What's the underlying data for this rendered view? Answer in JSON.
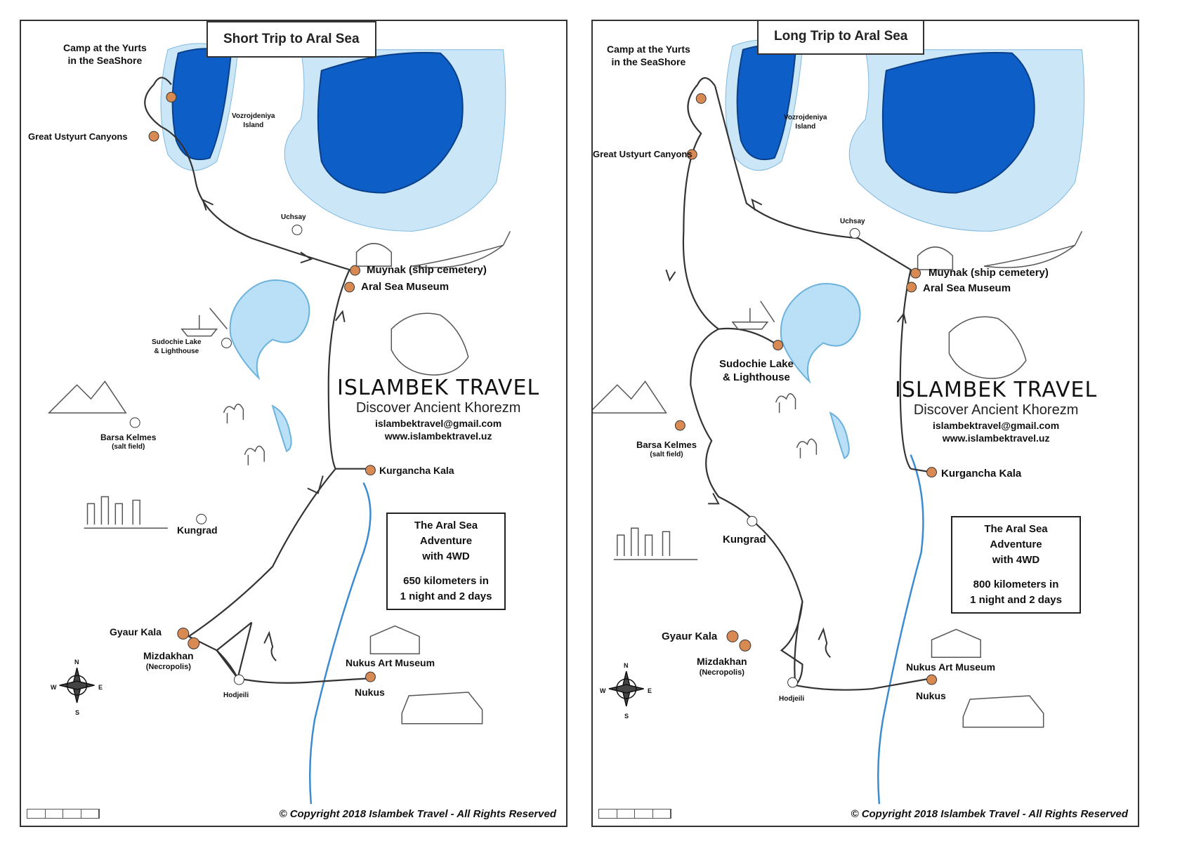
{
  "maps": [
    {
      "title": "Short Trip to Aral Sea",
      "places": {
        "camp_line1": "Camp at the Yurts",
        "camp_line2": "in the SeaShore",
        "island_line1": "Vozrojdeniya",
        "island_line2": "Island",
        "canyons": "Great Ustyurt Canyons",
        "uchsay": "Uchsay",
        "muynak": "Muynak (ship cemetery)",
        "museum": "Aral Sea Museum",
        "sudochie_line1": "Sudochie Lake",
        "sudochie_line2": "& Lighthouse",
        "barsa_line1": "Barsa Kelmes",
        "barsa_line2": "(salt field)",
        "kurgancha": "Kurgancha Kala",
        "kungrad": "Kungrad",
        "gyaur": "Gyaur Kala",
        "mizdakhan_line1": "Mizdakhan",
        "mizdakhan_line2": "(Necropolis)",
        "nukus_museum": "Nukus Art Museum",
        "nukus": "Nukus",
        "hodjeili": "Hodjeili"
      },
      "logo": {
        "brand": "ISLAMBEK TRAVEL",
        "tagline": "Discover Ancient Khorezm",
        "email": "islambektravel@gmail.com",
        "website": "www.islambektravel.uz"
      },
      "info": {
        "line1": "The Aral Sea",
        "line2": "Adventure",
        "line3": "with 4WD",
        "line4": "650 kilometers in",
        "line5": "1 night and 2 days"
      },
      "copyright": "© Copyright 2018 Islambek Travel - All Rights Reserved",
      "compass": {
        "n": "N",
        "s": "S",
        "e": "E",
        "w": "W"
      }
    },
    {
      "title": "Long Trip to Aral Sea",
      "places": {
        "camp_line1": "Camp at the Yurts",
        "camp_line2": "in the SeaShore",
        "island_line1": "Vozrojdeniya",
        "island_line2": "Island",
        "canyons": "Great Ustyurt Canyons",
        "uchsay": "Uchsay",
        "muynak": "Muynak (ship cemetery)",
        "museum": "Aral Sea Museum",
        "sudochie_line1": "Sudochie Lake",
        "sudochie_line2": "& Lighthouse",
        "barsa_line1": "Barsa Kelmes",
        "barsa_line2": "(salt field)",
        "kurgancha": "Kurgancha Kala",
        "kungrad": "Kungrad",
        "gyaur": "Gyaur Kala",
        "mizdakhan_line1": "Mizdakhan",
        "mizdakhan_line2": "(Necropolis)",
        "nukus_museum": "Nukus Art Museum",
        "nukus": "Nukus",
        "hodjeili": "Hodjeili"
      },
      "logo": {
        "brand": "ISLAMBEK TRAVEL",
        "tagline": "Discover Ancient Khorezm",
        "email": "islambektravel@gmail.com",
        "website": "www.islambektravel.uz"
      },
      "info": {
        "line1": "The Aral Sea",
        "line2": "Adventure",
        "line3": "with 4WD",
        "line4": "800 kilometers in",
        "line5": "1 night and 2 days"
      },
      "copyright": "© Copyright 2018 Islambek Travel - All Rights Reserved",
      "compass": {
        "n": "N",
        "s": "S",
        "e": "E",
        "w": "W"
      }
    }
  ],
  "colors": {
    "deep_water": "#0d5ec6",
    "shallow_water": "#cbe7f7",
    "lake_water": "#b9e0f6",
    "river": "#3b8bd0",
    "stop_marker": "#d98a52",
    "route": "#333333"
  }
}
